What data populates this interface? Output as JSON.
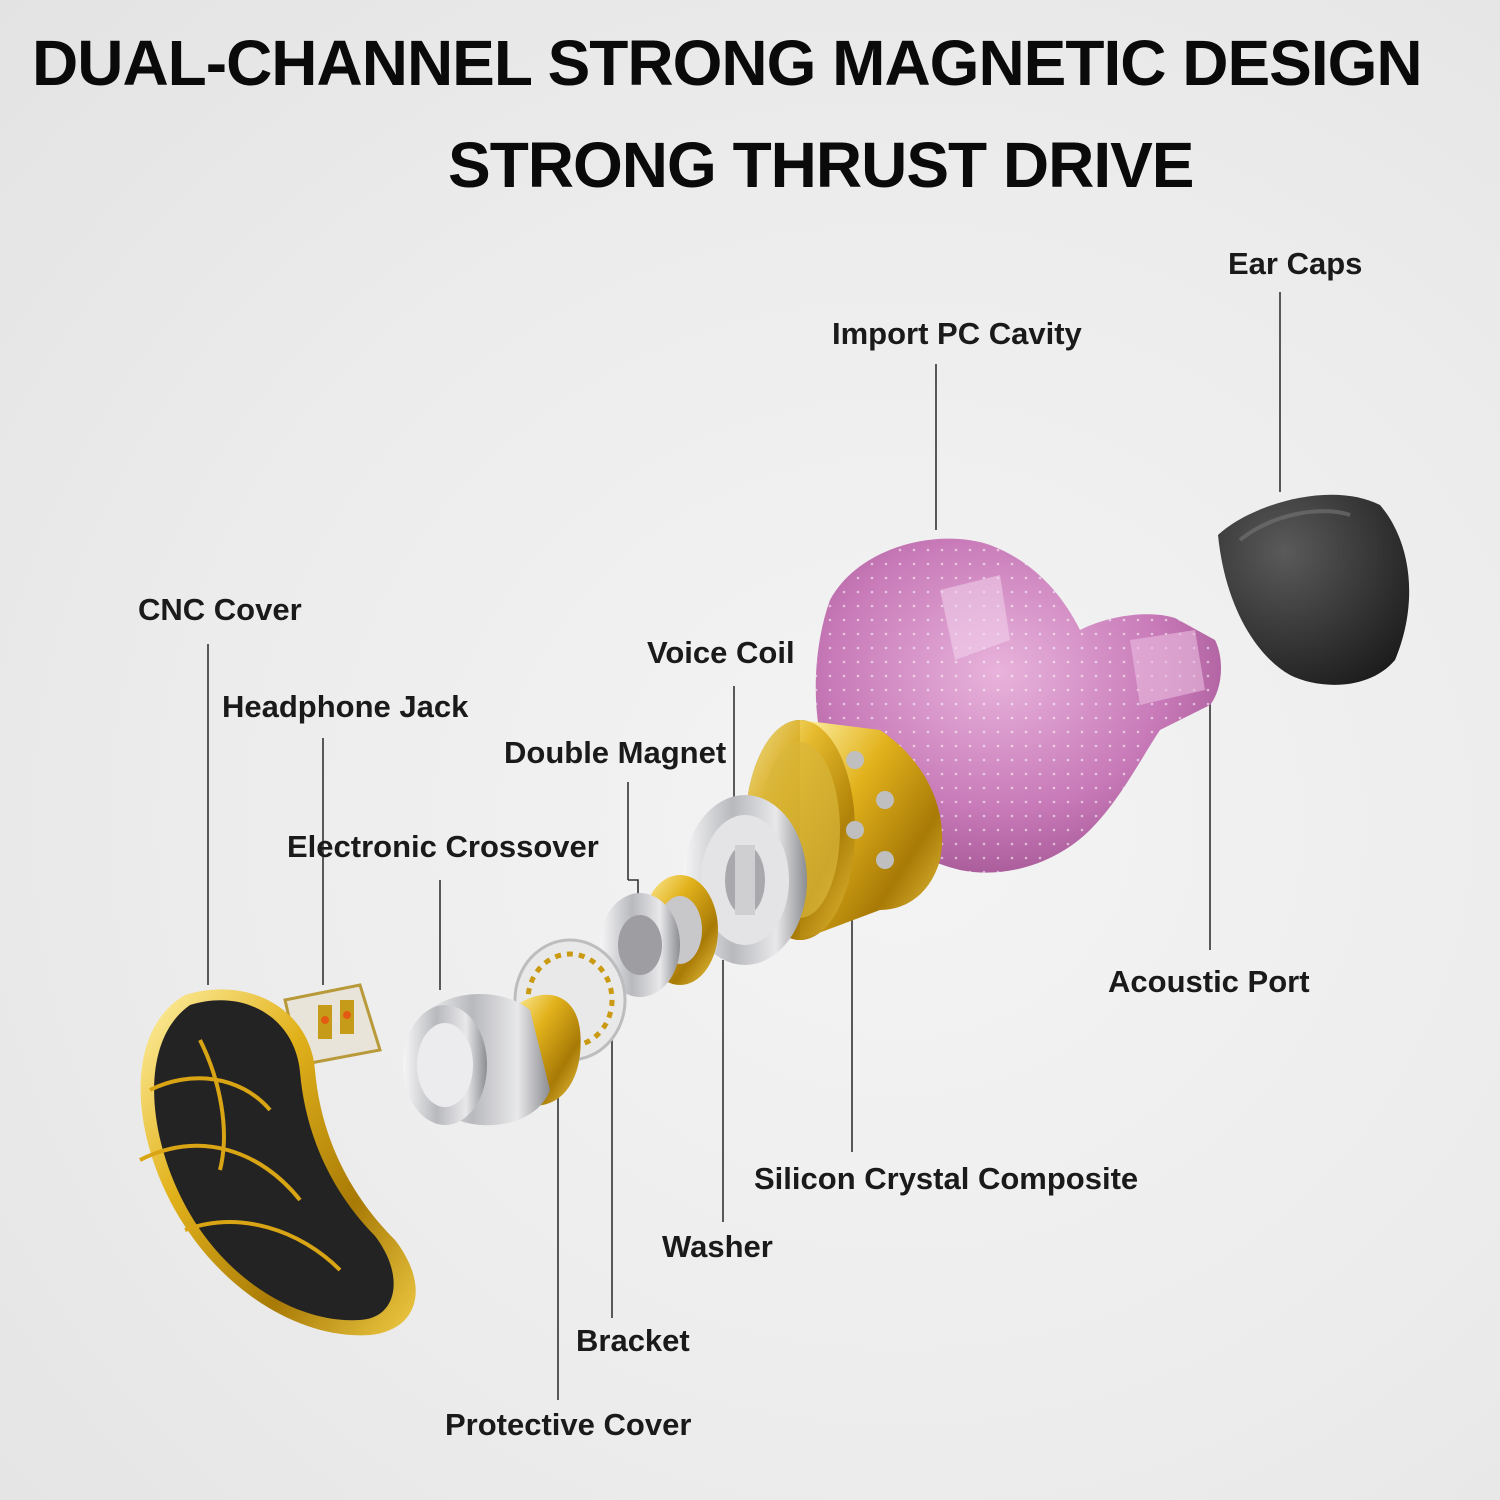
{
  "headline": {
    "line1": "DUAL-CHANNEL STRONG MAGNETIC DESIGN",
    "line2": "STRONG THRUST DRIVE"
  },
  "labels": {
    "ear_caps": "Ear Caps",
    "import_pc_cavity": "Import PC Cavity",
    "cnc_cover": "CNC Cover",
    "voice_coil": "Voice Coil",
    "headphone_jack": "Headphone Jack",
    "double_magnet": "Double Magnet",
    "electronic_crossover": "Electronic Crossover",
    "acoustic_port": "Acoustic Port",
    "silicon_crystal_composite": "Silicon Crystal Composite",
    "washer": "Washer",
    "bracket": "Bracket",
    "protective_cover": "Protective Cover"
  },
  "colors": {
    "gold": "#d9a514",
    "pink_shell": "#c77bb8",
    "black_cap": "#2b2b2b",
    "silver": "#c9c9cc"
  }
}
